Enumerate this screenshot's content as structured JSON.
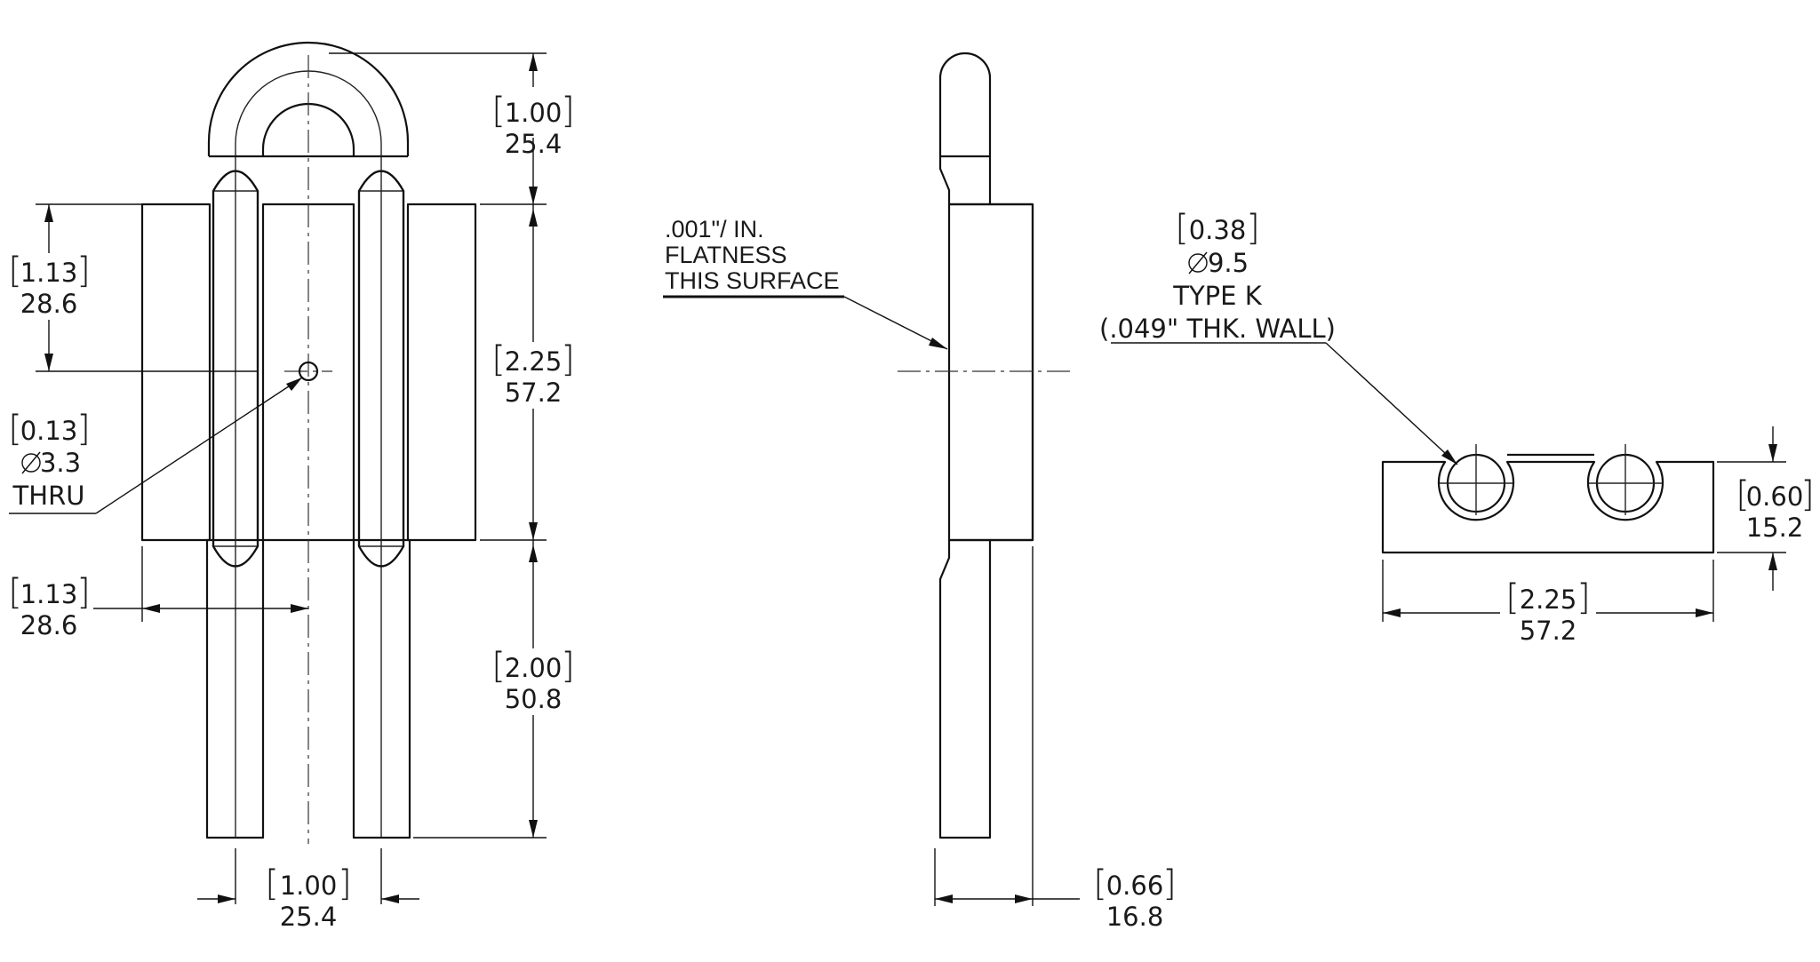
{
  "dims": {
    "top_height": {
      "inch": "1.00",
      "mm": "25.4"
    },
    "side_offset": {
      "inch": "1.13",
      "mm": "28.6"
    },
    "block_height": {
      "inch": "2.25",
      "mm": "57.2"
    },
    "hole": {
      "inch": "0.13",
      "dia": "3.3",
      "note": "THRU"
    },
    "half_width": {
      "inch": "1.13",
      "mm": "28.6"
    },
    "leg_length": {
      "inch": "2.00",
      "mm": "50.8"
    },
    "leg_spacing": {
      "inch": "1.00",
      "mm": "25.4"
    },
    "thickness": {
      "inch": "0.66",
      "mm": "16.8"
    },
    "tube": {
      "inch": "0.38",
      "dia": "9.5",
      "type": "TYPE K",
      "wall": "(.049\" THK. WALL)"
    },
    "end_height": {
      "inch": "0.60",
      "mm": "15.2"
    },
    "end_width": {
      "inch": "2.25",
      "mm": "57.2"
    }
  },
  "flatness": {
    "line1": ".001\"/ IN.",
    "line2": "FLATNESS",
    "line3": "THIS SURFACE"
  }
}
